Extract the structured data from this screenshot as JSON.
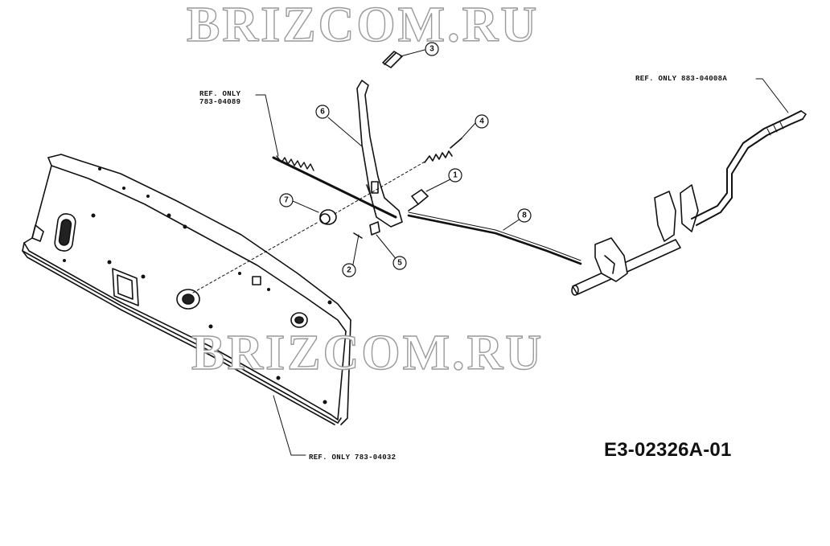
{
  "watermarks": [
    "BRIZCOM.RU",
    "BRIZCOM.RU"
  ],
  "references": {
    "left_line1": "REF. ONLY",
    "left_line2": "783-04089",
    "right": "REF. ONLY 883-04008A",
    "bottom": "REF. ONLY 783-04032"
  },
  "diagram_code": "E3-02326A-01",
  "callouts": [
    "1",
    "2",
    "3",
    "4",
    "5",
    "6",
    "7",
    "8"
  ]
}
